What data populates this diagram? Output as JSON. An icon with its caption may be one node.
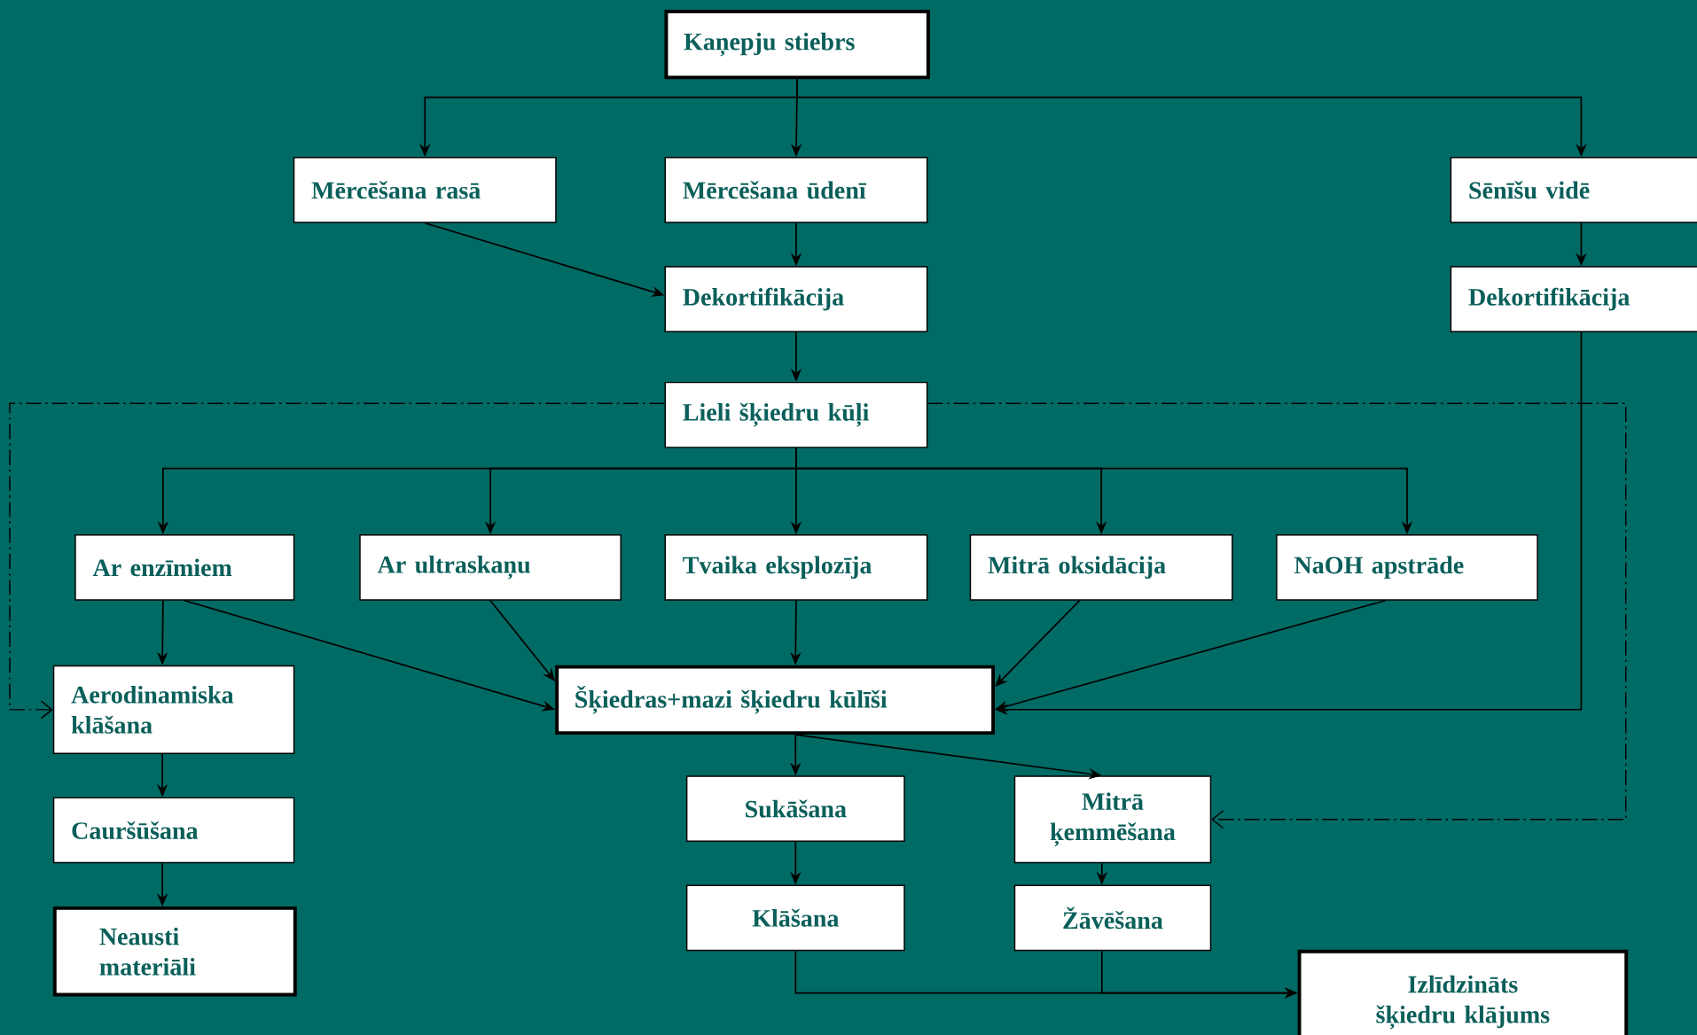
{
  "diagram": {
    "nodes": [
      {
        "text": [
          "Kaņepju stiebrs"
        ]
      },
      {
        "text": [
          "Mērcēšana rasā"
        ]
      },
      {
        "text": [
          "Mērcēšana ūdenī"
        ]
      },
      {
        "text": [
          "Sēnīšu vidē"
        ]
      },
      {
        "text": [
          "Dekortifikācija"
        ]
      },
      {
        "text": [
          "Dekortifikācija"
        ]
      },
      {
        "text": [
          "Lieli šķiedru kūļi"
        ]
      },
      {
        "text": [
          "Ar enzīmiem"
        ]
      },
      {
        "text": [
          "Ar ultraskaņu"
        ]
      },
      {
        "text": [
          "Tvaika eksplozīja"
        ]
      },
      {
        "text": [
          "Mitrā oksidācija"
        ]
      },
      {
        "text": [
          "NaOH apstrāde"
        ]
      },
      {
        "text": [
          "Šķiedras+mazi šķiedru kūlīši"
        ]
      },
      {
        "text": [
          "Aerodinamiska klāšana"
        ]
      },
      {
        "text": [
          "Cauršūšana"
        ]
      },
      {
        "text": [
          "Neausti materiāli"
        ]
      },
      {
        "text": [
          "Sukāšana"
        ]
      },
      {
        "text": [
          "Mitrā ķemmēšana"
        ]
      },
      {
        "text": [
          "Klāšana"
        ]
      },
      {
        "text": [
          "Žāvēšana"
        ]
      },
      {
        "text": [
          "Izlīdzināts šķiedru klājums"
        ]
      }
    ],
    "edges": [
      {
        "from": 0,
        "to": 1,
        "arrow": "to"
      },
      {
        "from": 0,
        "to": 2,
        "arrow": "to"
      },
      {
        "from": 0,
        "to": 3,
        "arrow": "to"
      },
      {
        "from": 1,
        "to": 4,
        "arrow": "to"
      },
      {
        "from": 2,
        "to": 4,
        "arrow": "to"
      },
      {
        "from": 3,
        "to": 5,
        "arrow": "to"
      },
      {
        "from": 4,
        "to": 6,
        "arrow": "to"
      },
      {
        "from": 6,
        "to": 7,
        "arrow": "to"
      },
      {
        "from": 6,
        "to": 8,
        "arrow": "to"
      },
      {
        "from": 6,
        "to": 9,
        "arrow": "to"
      },
      {
        "from": 6,
        "to": 10,
        "arrow": "to"
      },
      {
        "from": 6,
        "to": 11,
        "arrow": "to"
      },
      {
        "from": 7,
        "to": 12,
        "arrow": "to"
      },
      {
        "from": 8,
        "to": 12,
        "arrow": "to"
      },
      {
        "from": 9,
        "to": 12,
        "arrow": "to"
      },
      {
        "from": 10,
        "to": 12,
        "arrow": "to"
      },
      {
        "from": 11,
        "to": 12,
        "arrow": "to"
      },
      {
        "from": 5,
        "to": 12,
        "arrow": "to"
      },
      {
        "from": 7,
        "to": 13,
        "arrow": "to"
      },
      {
        "from": 13,
        "to": 14,
        "arrow": "to"
      },
      {
        "from": 14,
        "to": 15,
        "arrow": "to"
      },
      {
        "from": 12,
        "to": 16,
        "arrow": "to"
      },
      {
        "from": 12,
        "to": 17,
        "arrow": "to"
      },
      {
        "from": 16,
        "to": 18,
        "arrow": "to"
      },
      {
        "from": 17,
        "to": 19,
        "arrow": "to"
      },
      {
        "from": 18,
        "to": 20,
        "arrow": "to"
      },
      {
        "from": 19,
        "to": 20,
        "arrow": "to"
      },
      {
        "from": 6,
        "to": 13,
        "arrow": "to",
        "style": "dashed"
      },
      {
        "from": 6,
        "to": 17,
        "arrow": "to",
        "style": "dashed"
      }
    ]
  }
}
